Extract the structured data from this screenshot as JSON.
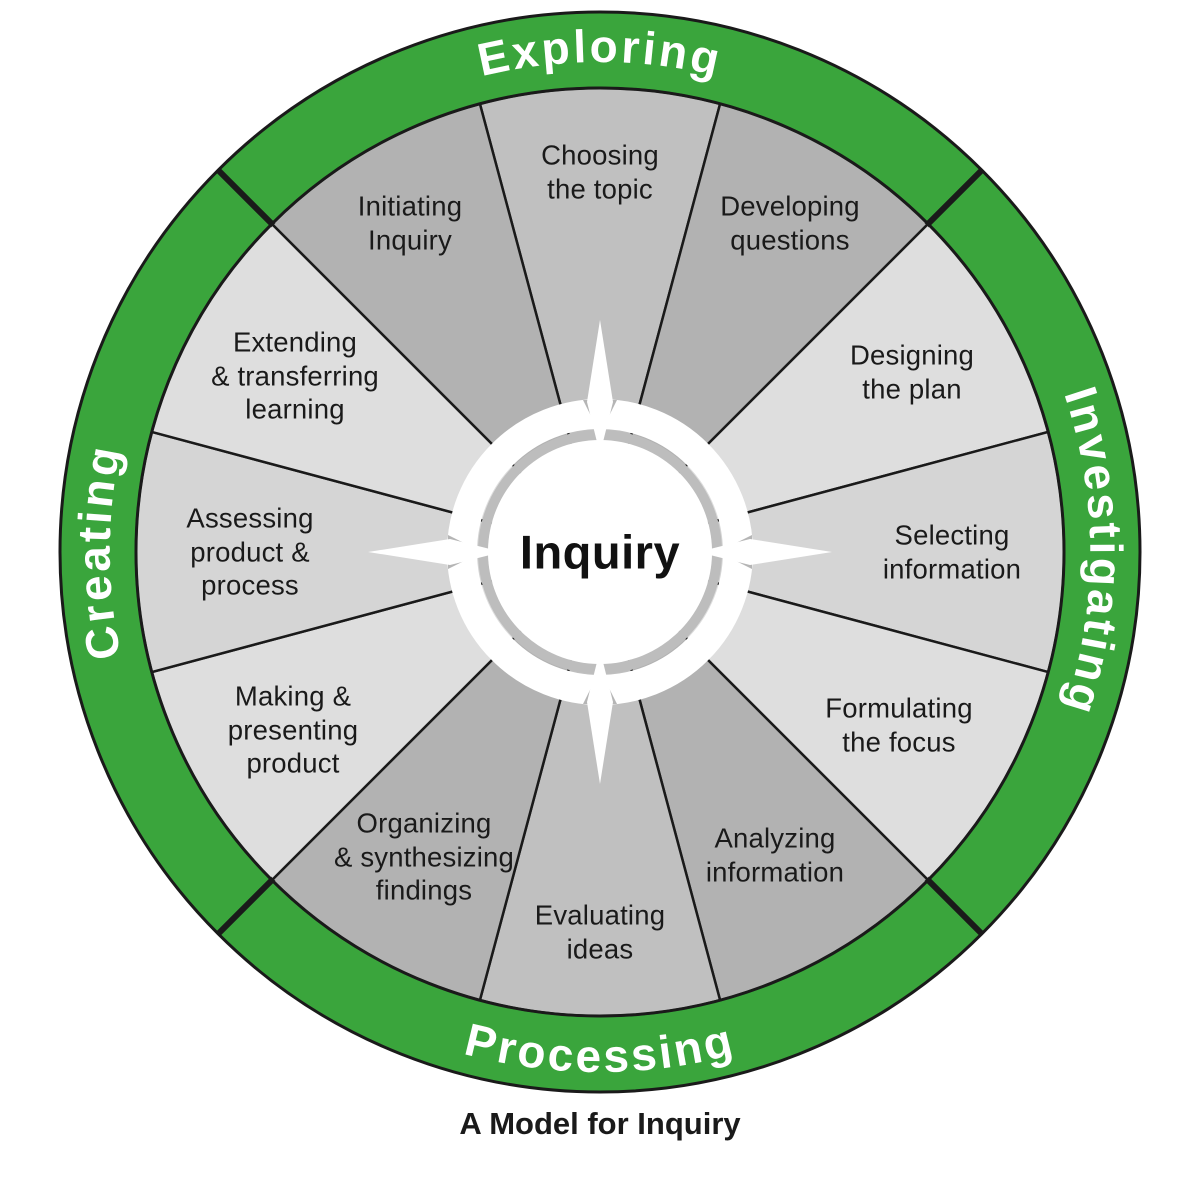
{
  "diagram": {
    "title": "A Model for Inquiry",
    "center_label": "Inquiry",
    "colors": {
      "ring_green": "#3aa53c",
      "outline": "#1a1a1a",
      "phase_text": "#ffffff",
      "segment_text": "#1a1a1a",
      "star_white": "#ffffff",
      "notch_gray": "#b5b5b5",
      "gap_ring_gray": "#bdbdbd"
    },
    "phases": [
      {
        "label": "Exploring",
        "position": "top"
      },
      {
        "label": "Investigating",
        "position": "right"
      },
      {
        "label": "Processing",
        "position": "bottom"
      },
      {
        "label": "Creating",
        "position": "left"
      }
    ],
    "segments": [
      {
        "label": "Choosing\nthe topic",
        "phase": "Exploring",
        "fill": "#c0c0c0"
      },
      {
        "label": "Developing\nquestions",
        "phase": "Exploring",
        "fill": "#b2b2b2"
      },
      {
        "label": "Designing\nthe plan",
        "phase": "Investigating",
        "fill": "#dedede"
      },
      {
        "label": "Selecting\ninformation",
        "phase": "Investigating",
        "fill": "#d5d5d5"
      },
      {
        "label": "Formulating\nthe focus",
        "phase": "Investigating",
        "fill": "#dedede"
      },
      {
        "label": "Analyzing\ninformation",
        "phase": "Processing",
        "fill": "#b2b2b2"
      },
      {
        "label": "Evaluating\nideas",
        "phase": "Processing",
        "fill": "#c0c0c0"
      },
      {
        "label": "Organizing\n& synthesizing\nfindings",
        "phase": "Processing",
        "fill": "#b2b2b2"
      },
      {
        "label": "Making &\npresenting\nproduct",
        "phase": "Creating",
        "fill": "#dedede"
      },
      {
        "label": "Assessing\nproduct &\nprocess",
        "phase": "Creating",
        "fill": "#d5d5d5"
      },
      {
        "label": "Extending\n& transferring\nlearning",
        "phase": "Creating",
        "fill": "#dedede"
      },
      {
        "label": "Initiating\nInquiry",
        "phase": "Exploring",
        "fill": "#b2b2b2"
      }
    ]
  }
}
